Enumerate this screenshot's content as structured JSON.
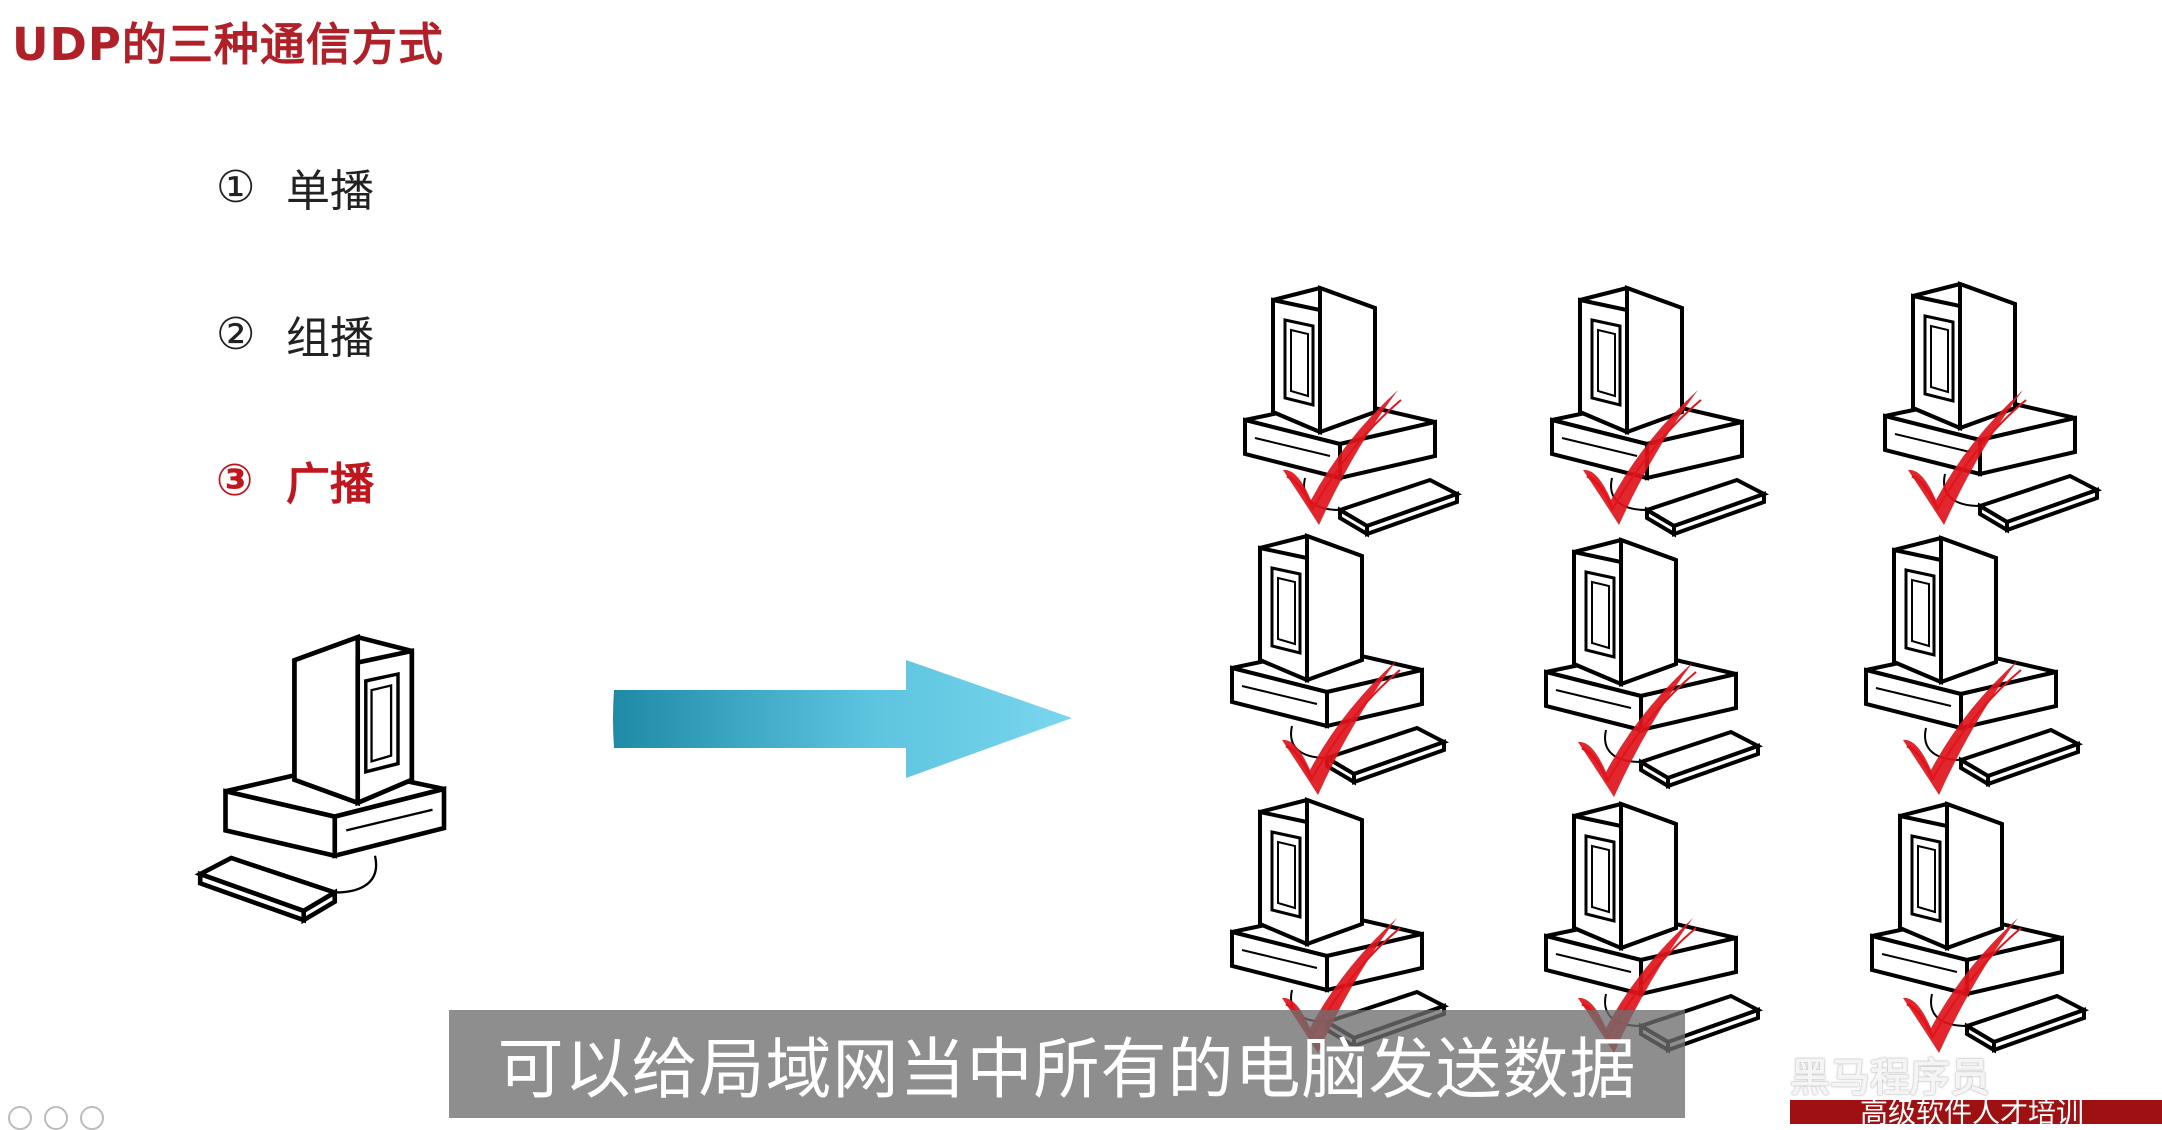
{
  "slide": {
    "title": "UDP的三种通信方式",
    "items": [
      {
        "num": "①",
        "label": "单播",
        "active": false
      },
      {
        "num": "②",
        "label": "组播",
        "active": false
      },
      {
        "num": "③",
        "label": "广播",
        "active": true
      }
    ]
  },
  "diagram": {
    "arrow_colors": [
      "#1f8aa6",
      "#7ad6ee"
    ],
    "check_color": "#e0141c",
    "icon_names": [
      "computer-icon",
      "arrow-icon",
      "checkmark-icon"
    ]
  },
  "subtitle": "可以给局域网当中所有的电脑发送数据",
  "watermark": "黑马程序员",
  "banner": "高级软件人才培训"
}
